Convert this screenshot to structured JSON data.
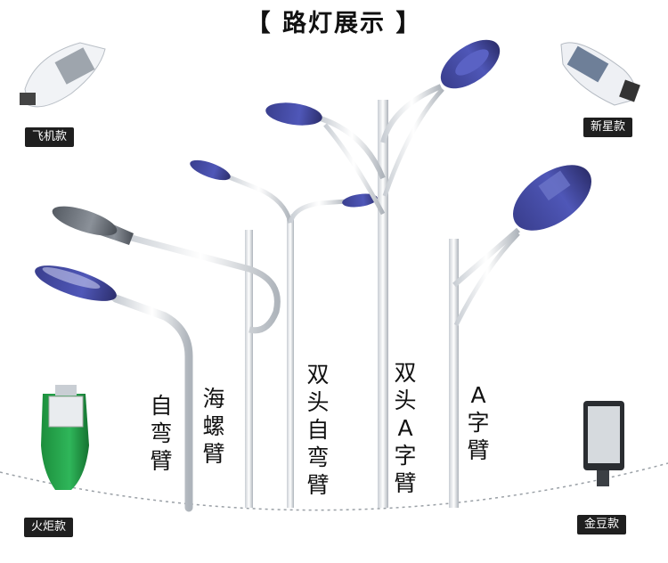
{
  "title": "【 路灯展示 】",
  "tags": {
    "feiji": "飞机款",
    "xinxing": "新星款",
    "huoju": "火炬款",
    "jindou": "金豆款"
  },
  "labels": {
    "zi_wan_bi": "自弯臂",
    "hai_luo_bi": "海螺臂",
    "shuang_tou_zi_wan_bi": "双头自弯臂",
    "shuang_tou_a_zi_bi": "双头A字臂",
    "a_zi_bi": "A字臂"
  }
}
